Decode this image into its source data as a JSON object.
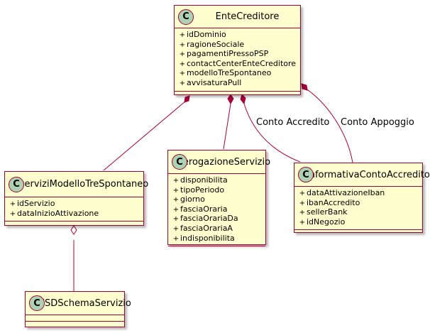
{
  "diagram": {
    "classes": {
      "ente_creditore": {
        "stereotype": "C",
        "name": "EnteCreditore",
        "attributes": [
          "idDominio",
          "ragioneSociale",
          "pagamentiPressoPSP",
          "contactCenterEnteCreditore",
          "modelloTreSpontaneo",
          "avvisaturaPull"
        ]
      },
      "servizi_modello": {
        "stereotype": "C",
        "name": "serviziModelloTreSpontaneo",
        "attributes": [
          "idServizio",
          "dataInizioAttivazione"
        ]
      },
      "erogazione_servizio": {
        "stereotype": "C",
        "name": "erogazioneServizio",
        "attributes": [
          "disponibilita",
          "tipoPeriodo",
          "giorno",
          "fasciaOraria",
          "fasciaOrariaDa",
          "fasciaOrariaA",
          "indisponibilita"
        ]
      },
      "informativa_conto": {
        "stereotype": "C",
        "name": "informativaContoAccredito",
        "attributes": [
          "dataAttivazioneIban",
          "ibanAccredito",
          "sellerBank",
          "idNegozio"
        ]
      },
      "xsd_schema": {
        "stereotype": "C",
        "name": "XSDSchemaServizio",
        "attributes": []
      }
    },
    "attribute_visibility": "+",
    "relations": {
      "conto_accredito": "Conto Accredito",
      "conto_appoggio": "Conto Appoggio"
    },
    "colors": {
      "class_fill": "#fefece",
      "border": "#a80036",
      "circle_fill": "#add1b2"
    }
  }
}
